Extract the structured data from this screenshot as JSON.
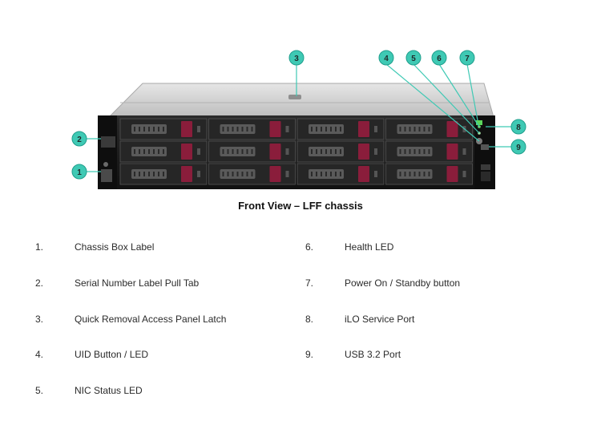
{
  "figure": {
    "callouts": [
      "1",
      "2",
      "3",
      "4",
      "5",
      "6",
      "7",
      "8",
      "9"
    ],
    "colors": {
      "callout_fill": "#3fc9b4",
      "callout_stroke": "#1f9e8c",
      "drive_latch": "#8a1d3b",
      "chassis_top": "#cfcfcf",
      "bezel": "#1e1e1e",
      "status_led": "#6ed86e"
    }
  },
  "caption": "Front View – LFF chassis",
  "legend": [
    {
      "number": "1.",
      "label": "Chassis Box Label"
    },
    {
      "number": "2.",
      "label": "Serial Number Label Pull Tab"
    },
    {
      "number": "3.",
      "label": "Quick Removal Access Panel Latch"
    },
    {
      "number": "4.",
      "label": "UID Button / LED"
    },
    {
      "number": "5.",
      "label": "NIC Status LED"
    },
    {
      "number": "6.",
      "label": "Health LED"
    },
    {
      "number": "7.",
      "label": "Power On / Standby button"
    },
    {
      "number": "8.",
      "label": "iLO Service Port"
    },
    {
      "number": "9.",
      "label": "USB 3.2 Port"
    }
  ]
}
